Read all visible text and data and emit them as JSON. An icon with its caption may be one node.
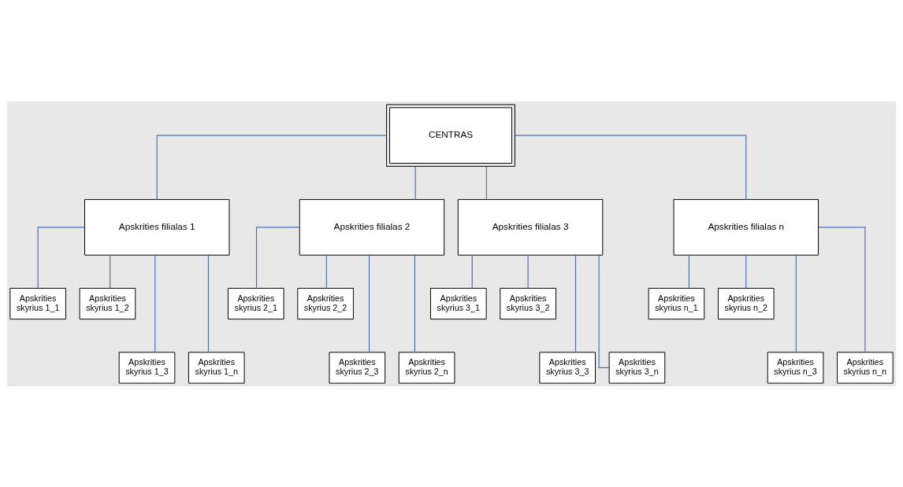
{
  "diagram": {
    "nodes": [
      {
        "text": [
          "CENTRAS"
        ]
      },
      {
        "text": [
          "Apskrities filialas 1"
        ]
      },
      {
        "text": [
          "Apskrities filialas 2"
        ]
      },
      {
        "text": [
          "Apskrities filialas 3"
        ]
      },
      {
        "text": [
          "Apskrities filialas n"
        ]
      },
      {
        "text": [
          "Apskrities skyrius 1_1"
        ]
      },
      {
        "text": [
          "Apskrities skyrius 1_2"
        ]
      },
      {
        "text": [
          "Apskrities skyrius 1_3"
        ]
      },
      {
        "text": [
          "Apskrities skyrius 1_n"
        ]
      },
      {
        "text": [
          "Apskrities skyrius 2_1"
        ]
      },
      {
        "text": [
          "Apskrities skyrius 2_2"
        ]
      },
      {
        "text": [
          "Apskrities skyrius 2_3"
        ]
      },
      {
        "text": [
          "Apskrities skyrius 2_n"
        ]
      },
      {
        "text": [
          "Apskrities skyrius 3_1"
        ]
      },
      {
        "text": [
          "Apskrities skyrius 3_2"
        ]
      },
      {
        "text": [
          "Apskrities skyrius 3_3"
        ]
      },
      {
        "text": [
          "Apskrities skyrius 3_n"
        ]
      },
      {
        "text": [
          "Apskrities skyrius n_1"
        ]
      },
      {
        "text": [
          "Apskrities skyrius n_2"
        ]
      },
      {
        "text": [
          "Apskrities skyrius n_3"
        ]
      },
      {
        "text": [
          "Apskrities skyrius n_n"
        ]
      }
    ],
    "edges": [
      {
        "from": 0,
        "to": 1,
        "arrow": "none"
      },
      {
        "from": 0,
        "to": 2,
        "arrow": "none"
      },
      {
        "from": 0,
        "to": 3,
        "arrow": "none"
      },
      {
        "from": 0,
        "to": 4,
        "arrow": "none"
      },
      {
        "from": 1,
        "to": 5,
        "arrow": "none"
      },
      {
        "from": 1,
        "to": 6,
        "arrow": "none"
      },
      {
        "from": 1,
        "to": 7,
        "arrow": "none"
      },
      {
        "from": 1,
        "to": 8,
        "arrow": "none"
      },
      {
        "from": 2,
        "to": 9,
        "arrow": "none"
      },
      {
        "from": 2,
        "to": 10,
        "arrow": "none"
      },
      {
        "from": 2,
        "to": 11,
        "arrow": "none"
      },
      {
        "from": 2,
        "to": 12,
        "arrow": "none"
      },
      {
        "from": 3,
        "to": 13,
        "arrow": "none"
      },
      {
        "from": 3,
        "to": 14,
        "arrow": "none"
      },
      {
        "from": 3,
        "to": 15,
        "arrow": "none"
      },
      {
        "from": 3,
        "to": 16,
        "arrow": "none"
      },
      {
        "from": 4,
        "to": 17,
        "arrow": "none"
      },
      {
        "from": 4,
        "to": 18,
        "arrow": "none"
      },
      {
        "from": 4,
        "to": 19,
        "arrow": "none"
      },
      {
        "from": 4,
        "to": 20,
        "arrow": "none"
      }
    ]
  }
}
